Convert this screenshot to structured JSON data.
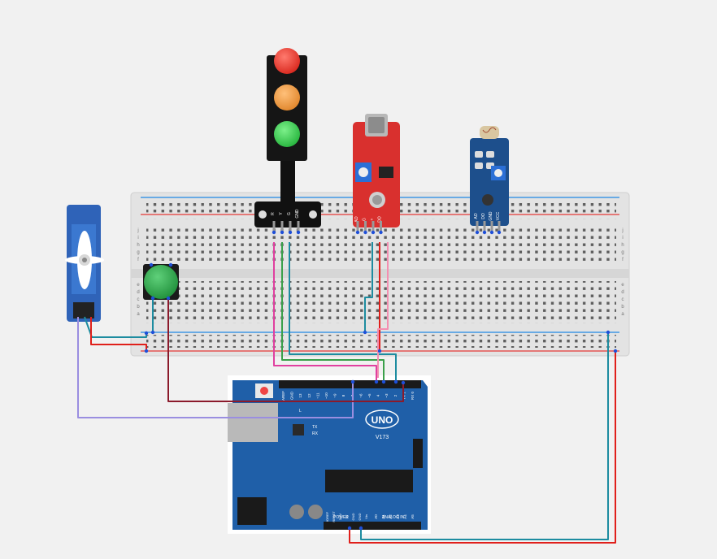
{
  "colors": {
    "background": "#f1f1f1",
    "breadboard": "#e3e3e3",
    "rail_red": "#e53935",
    "rail_blue": "#1e88e5",
    "wire_red": "#e0201b",
    "wire_teal": "#1d8ca0",
    "wire_pink": "#e040a0",
    "wire_green": "#3aa04a",
    "wire_light_pink": "#f48fb1",
    "wire_dark_red": "#8b1a2b",
    "wire_lavender": "#9a8ee0",
    "arduino_blue": "#1f5fa8",
    "sound_sensor_red": "#d9302e",
    "light_sensor_blue": "#1d4f8c",
    "button_green": "#2fa84f"
  },
  "components": {
    "traffic_light": {
      "icon": "traffic-light-icon",
      "pins": [
        "GND",
        "G",
        "Y",
        "R"
      ]
    },
    "sound_sensor": {
      "icon": "microphone-sensor-icon",
      "pins": [
        "AO",
        "G",
        "+",
        "DO"
      ]
    },
    "light_sensor": {
      "icon": "photoresistor-sensor-icon",
      "pins": [
        "AO",
        "DO",
        "GND",
        "VCC"
      ]
    },
    "servo": {
      "icon": "servo-motor-icon"
    },
    "push_button": {
      "icon": "push-button-icon"
    },
    "arduino": {
      "icon": "arduino-uno-icon",
      "logo": "UNO",
      "model": "V173",
      "header_labels": [
        "AREF",
        "GND",
        "13",
        "12",
        "~11",
        "~10",
        "~9",
        "8",
        "7",
        "~6",
        "~5",
        "4",
        "~3",
        "2",
        "TX 1",
        "RX 0"
      ],
      "side_labels": [
        "TX",
        "RX",
        "L"
      ],
      "power_label": "POWER",
      "analog_label": "ANALOG IN",
      "power_pins": [
        "IOREF",
        "RESET",
        "3.3V",
        "5V",
        "GND",
        "GND",
        "Vin"
      ],
      "analog_pins": [
        "A0",
        "A1",
        "A2",
        "A3",
        "A4",
        "A5"
      ]
    }
  },
  "breadboard": {
    "row_letters_top": [
      "j",
      "i",
      "h",
      "g",
      "f"
    ],
    "row_letters_bottom": [
      "e",
      "d",
      "c",
      "b",
      "a"
    ],
    "column_count": 60
  }
}
